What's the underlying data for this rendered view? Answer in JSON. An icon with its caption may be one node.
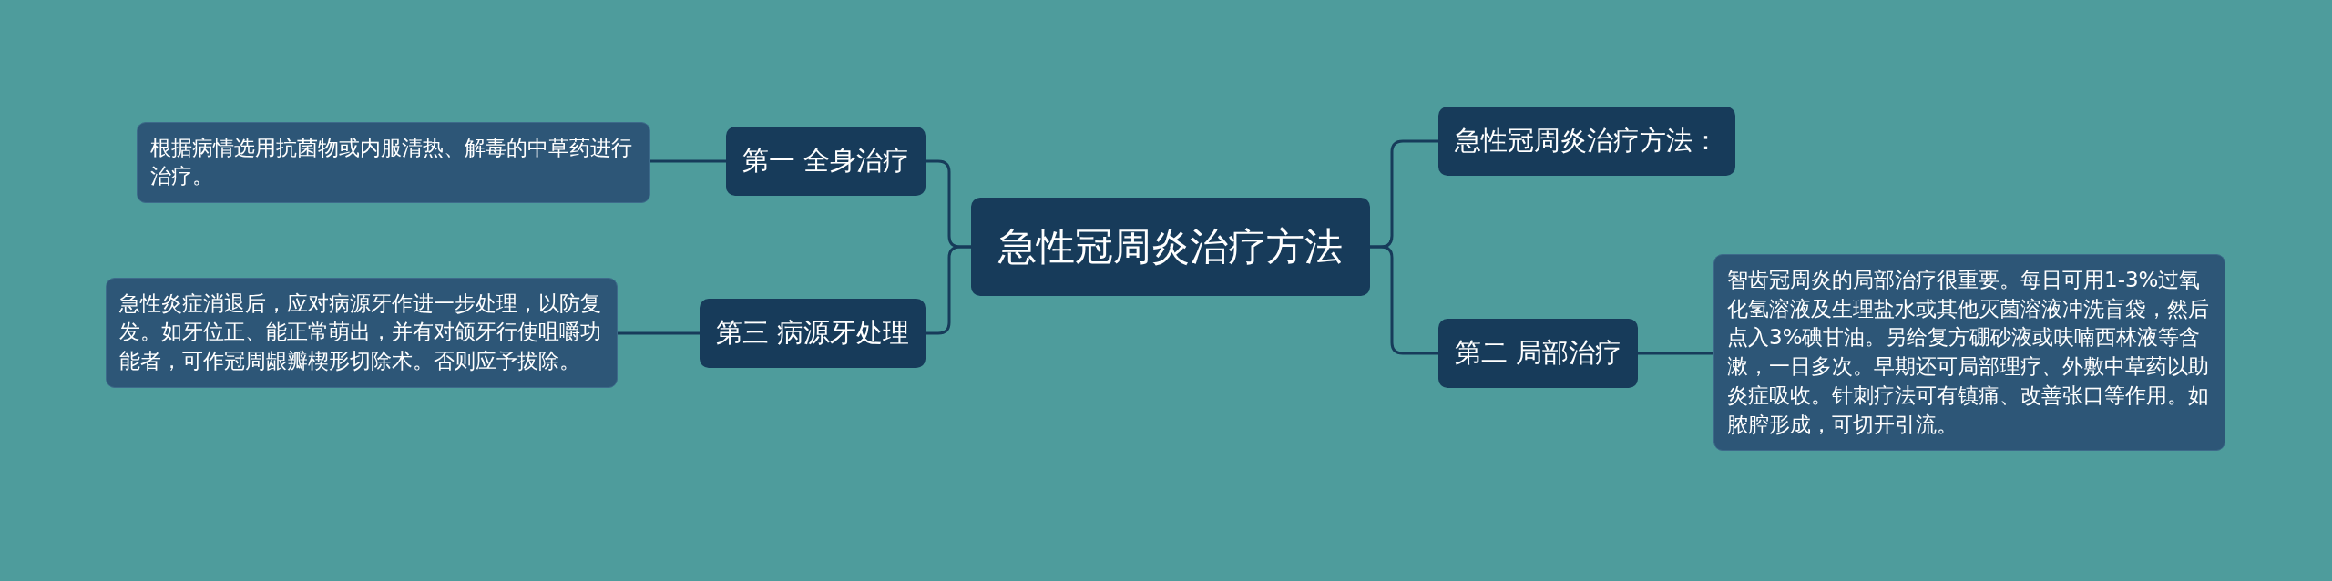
{
  "diagram": {
    "nodes": [
      {
        "text": [
          "急性冠周炎治疗方法"
        ]
      },
      {
        "text": [
          "第一 全身治疗"
        ]
      },
      {
        "text": [
          "根据病情选用抗菌物或内服清热、解毒的中草药进行治疗。"
        ]
      },
      {
        "text": [
          "第三 病源牙处理"
        ]
      },
      {
        "text": [
          "急性炎症消退后，应对病源牙作进一步处理，以防复发。如牙位正、能正常萌出，并有对颌牙行使咀嚼功能者，可作冠周龈瓣楔形切除术。否则应予拔除。"
        ]
      },
      {
        "text": [
          "急性冠周炎治疗方法："
        ]
      },
      {
        "text": [
          "第二 局部治疗"
        ]
      },
      {
        "text": [
          "智齿冠周炎的局部治疗很重要。每日可用1-3%过氧化氢溶液及生理盐水或其他灭菌溶液冲洗盲袋，然后点入3%碘甘油。另给复方硼砂液或呋喃西林液等含漱，一日多次。早期还可局部理疗、外敷中草药以助炎症吸收。针刺疗法可有镇痛、改善张口等作用。如脓腔形成，可切开引流。"
        ]
      }
    ],
    "edges": [
      {
        "from": 0,
        "to": 1,
        "arrow": "none"
      },
      {
        "from": 1,
        "to": 2,
        "arrow": "none"
      },
      {
        "from": 0,
        "to": 3,
        "arrow": "none"
      },
      {
        "from": 3,
        "to": 4,
        "arrow": "none"
      },
      {
        "from": 0,
        "to": 5,
        "arrow": "none"
      },
      {
        "from": 0,
        "to": 6,
        "arrow": "none"
      },
      {
        "from": 6,
        "to": 7,
        "arrow": "none"
      }
    ]
  }
}
